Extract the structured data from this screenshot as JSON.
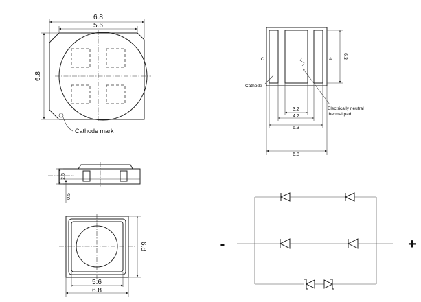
{
  "top_view": {
    "width_label": "6.8",
    "inner_width_label": "5.6",
    "height_label": "6.8",
    "cathode_mark_label": "Cathode mark"
  },
  "bottom_view": {
    "pad_label_c": "C",
    "pad_label_a": "A",
    "cathode_label": "Cathode",
    "height_label": "6.3",
    "pad_width_label": "3.2",
    "inner_span_label": "4.2",
    "outer_span_label": "6.3",
    "total_width_label": "6.8",
    "thermal_pad_line1": "Electrically neutral",
    "thermal_pad_line2": "thermal pad"
  },
  "side_view": {
    "height_label": "2.5",
    "base_label": "0.5"
  },
  "front_view": {
    "inner_width_label": "5.6",
    "width_label": "6.8",
    "height_label": "6.8"
  },
  "circuit": {
    "minus_label": "-",
    "plus_label": "+"
  }
}
